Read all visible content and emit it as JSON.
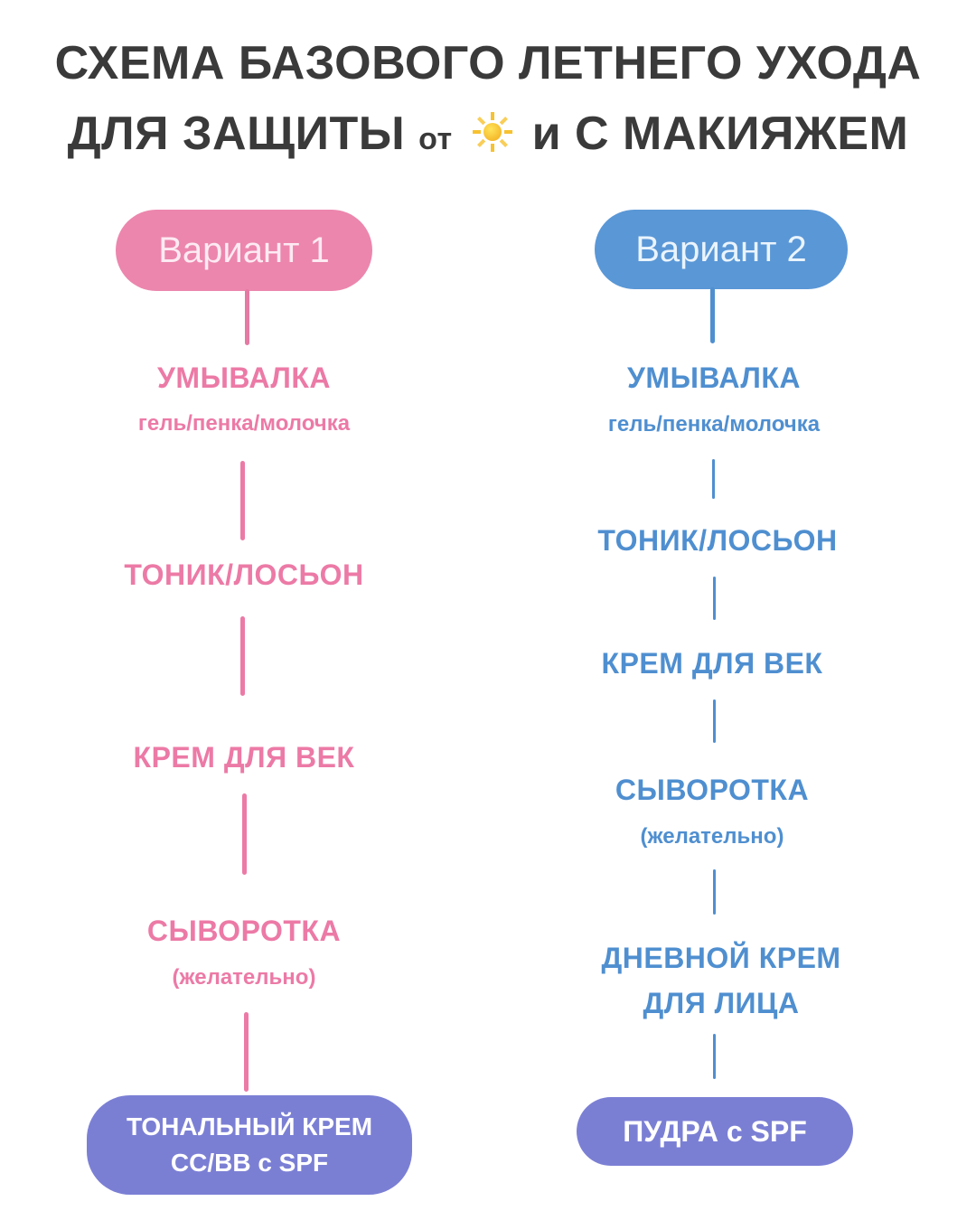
{
  "header": {
    "line1": "СХЕМА БАЗОВОГО ЛЕТНЕГО УХОДА",
    "line2_start": "ДЛЯ ЗАЩИТЫ",
    "line2_small": "от",
    "line2_icon": "sun-icon",
    "line2_end": "и С МАКИЯЖЕМ"
  },
  "colors": {
    "variant1": "#ec7aa6",
    "variant2": "#4f8fd0",
    "final_step": "#7b7fd4",
    "title": "#3a3a3a"
  },
  "variant1": {
    "label": "Вариант 1",
    "steps": [
      {
        "title": "УМЫВАЛКА",
        "note": "гель/пенка/молочка"
      },
      {
        "title": "ТОНИК/ЛОСЬОН"
      },
      {
        "title": "КРЕМ ДЛЯ ВЕК"
      },
      {
        "title": "СЫВОРОТКА",
        "note": "(желательно)"
      }
    ],
    "final": {
      "line1": "ТОНАЛЬНЫЙ КРЕМ",
      "line2": "CC/BB с SPF"
    }
  },
  "variant2": {
    "label": "Вариант 2",
    "steps": [
      {
        "title": "УМЫВАЛКА",
        "note": "гель/пенка/молочка"
      },
      {
        "title": "ТОНИК/ЛОСЬОН"
      },
      {
        "title": "КРЕМ ДЛЯ ВЕК"
      },
      {
        "title": "СЫВОРОТКА",
        "note": "(желательно)"
      },
      {
        "title": "ДНЕВНОЙ КРЕМ",
        "title2": "ДЛЯ ЛИЦА"
      }
    ],
    "final": {
      "line1": "ПУДРА с SPF"
    }
  }
}
